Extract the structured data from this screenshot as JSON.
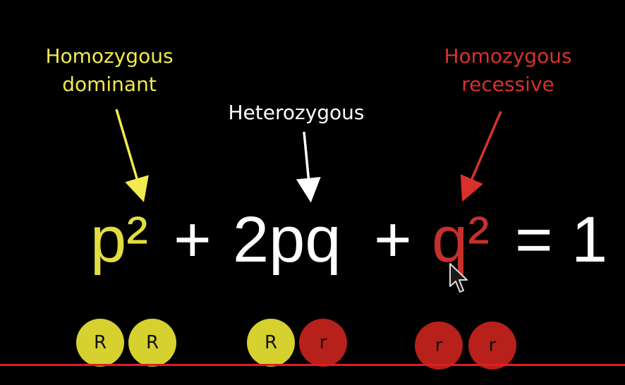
{
  "labels": {
    "homozygous_dominant": "Homozygous\ndominant",
    "heterozygous": "Heterozygous",
    "homozygous_recessive": "Homozygous\nrecessive"
  },
  "equation": {
    "p2": "p²",
    "plus1": "+",
    "two_pq": "2pq",
    "plus2": "+",
    "q2": "q²",
    "equals": "=",
    "one": "1"
  },
  "alleles": {
    "homozygous_dominant": [
      "R",
      "R"
    ],
    "heterozygous": [
      "R",
      "r"
    ],
    "homozygous_recessive": [
      "r",
      "r"
    ]
  },
  "colors": {
    "dominant": "#f2ea4e",
    "heterozygous": "#ffffff",
    "recessive": "#d8312c",
    "dominant_circle": "#d6d12f",
    "recessive_circle": "#b8201b",
    "baseline": "#e21d1d"
  },
  "icons": {
    "cursor": "mouse-pointer-icon"
  }
}
